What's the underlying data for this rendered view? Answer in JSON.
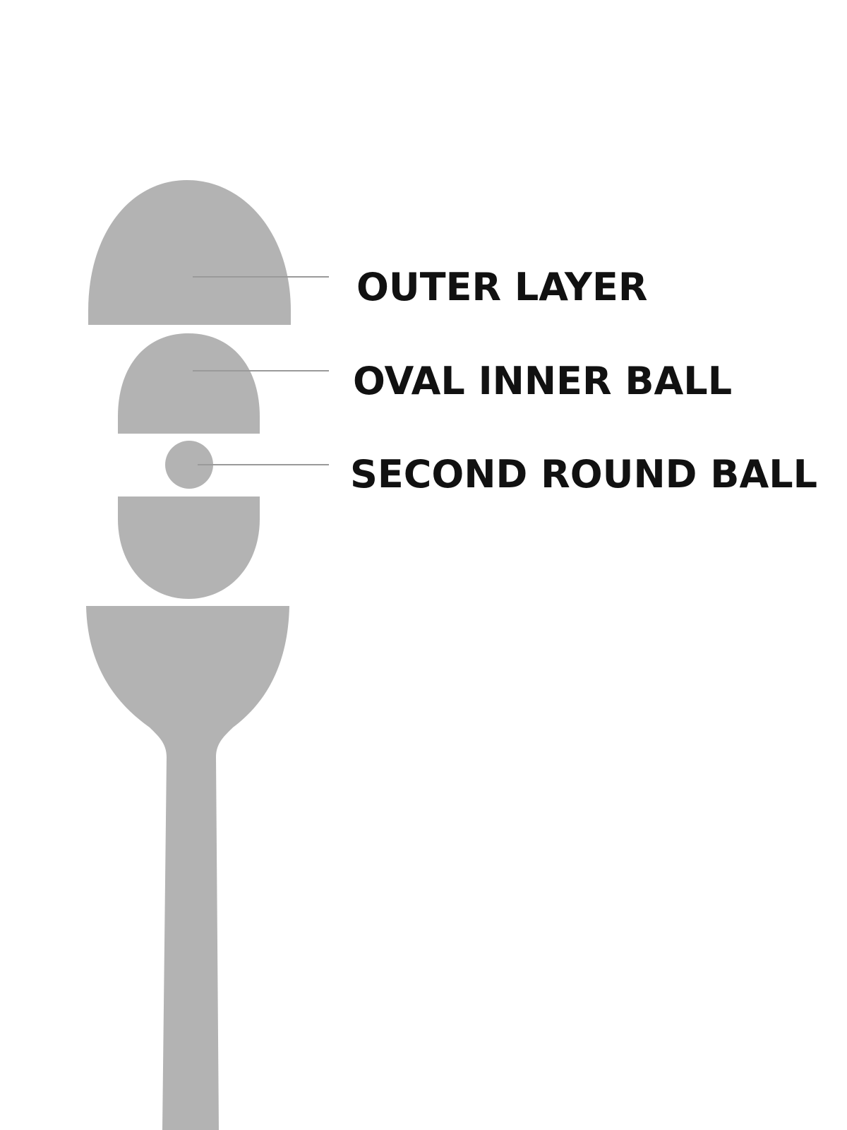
{
  "diagram": {
    "callouts": [
      {
        "id": "outer-layer",
        "label": "OUTER LAYER"
      },
      {
        "id": "oval-inner-ball",
        "label": "OVAL INNER BALL"
      },
      {
        "id": "second-round-ball",
        "label": "SECOND ROUND BALL"
      }
    ],
    "colors": {
      "shape_fill": "#b3b3b3",
      "leader_line": "#9a9a9a",
      "label_text": "#111111",
      "background": "#ffffff"
    }
  }
}
